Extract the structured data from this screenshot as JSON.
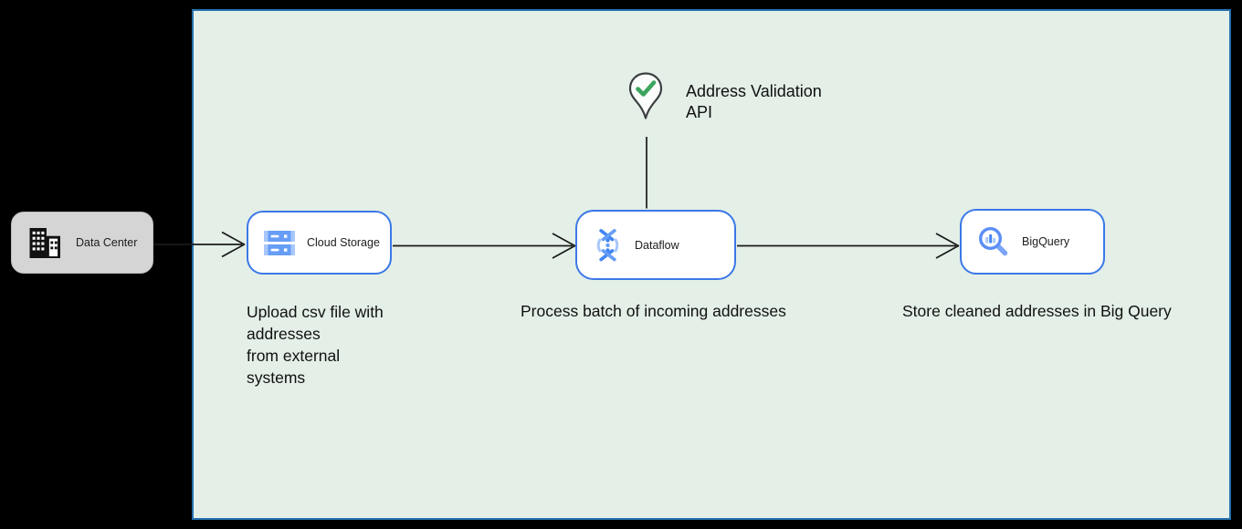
{
  "diagram": {
    "container": {
      "fill_color": "#E3EFE7",
      "border_color": "#2470AD"
    },
    "external": {
      "label": "Data Center",
      "icon": "building-icon",
      "fill_color": "#D5D5D5"
    },
    "nodes": [
      {
        "label": "Cloud Storage",
        "icon": "cloud-storage-icon",
        "caption": "Upload csv file with\naddresses\nfrom external\nsystems"
      },
      {
        "label": "Dataflow",
        "icon": "dataflow-icon",
        "caption": "Process batch of incoming addresses"
      },
      {
        "label": "BigQuery",
        "icon": "bigquery-icon",
        "caption": "Store cleaned addresses in Big Query"
      }
    ],
    "annotation": {
      "label": "Address Validation\nAPI",
      "icon": "location-pin-check-icon",
      "check_color": "#3BA55D",
      "pin_outline_color": "#3C4043"
    },
    "edges": [
      {
        "name": "arrow-datacenter-to-cloudstorage"
      },
      {
        "name": "arrow-cloudstorage-to-dataflow"
      },
      {
        "name": "arrow-dataflow-to-bigquery"
      },
      {
        "name": "line-addressvalidation-to-dataflow"
      }
    ],
    "colors": {
      "node_border": "#3B78E7",
      "icon_blue": "#4285F4",
      "icon_medium_blue": "#669DF6",
      "icon_light_blue": "#A8C7FA",
      "arrow": "#1A1A1A"
    }
  }
}
